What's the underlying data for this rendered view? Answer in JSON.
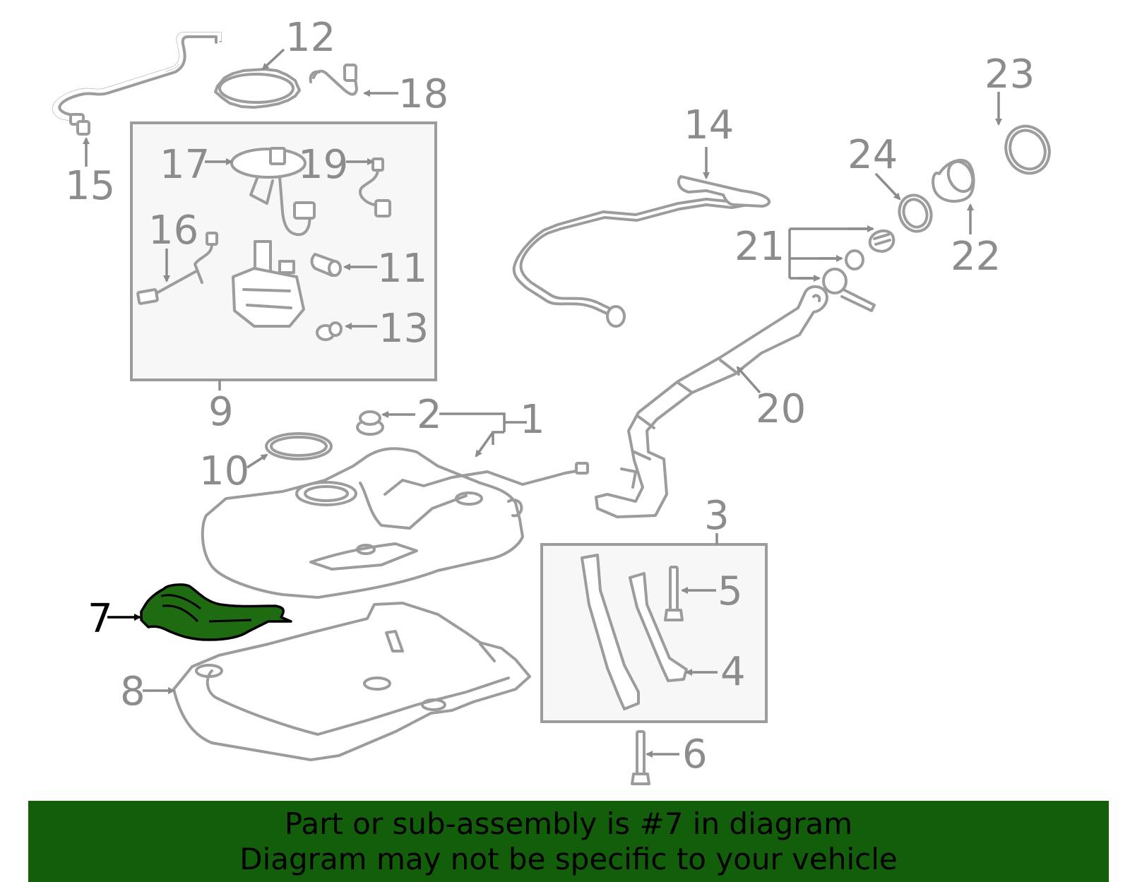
{
  "diagram": {
    "callouts": [
      "1",
      "2",
      "3",
      "4",
      "5",
      "6",
      "7",
      "8",
      "9",
      "10",
      "11",
      "12",
      "13",
      "14",
      "15",
      "16",
      "17",
      "18",
      "19",
      "20",
      "21",
      "22",
      "23",
      "24"
    ],
    "highlighted_callout": "7",
    "colors": {
      "highlight_fill": "#1e6b12",
      "banner": "#125e0a",
      "line_art": "#9c9c9c",
      "label": "#8c8c8c"
    }
  },
  "banner": {
    "line1": "Part or sub-assembly is #7 in diagram",
    "line2": "Diagram may not be specific to your vehicle"
  }
}
